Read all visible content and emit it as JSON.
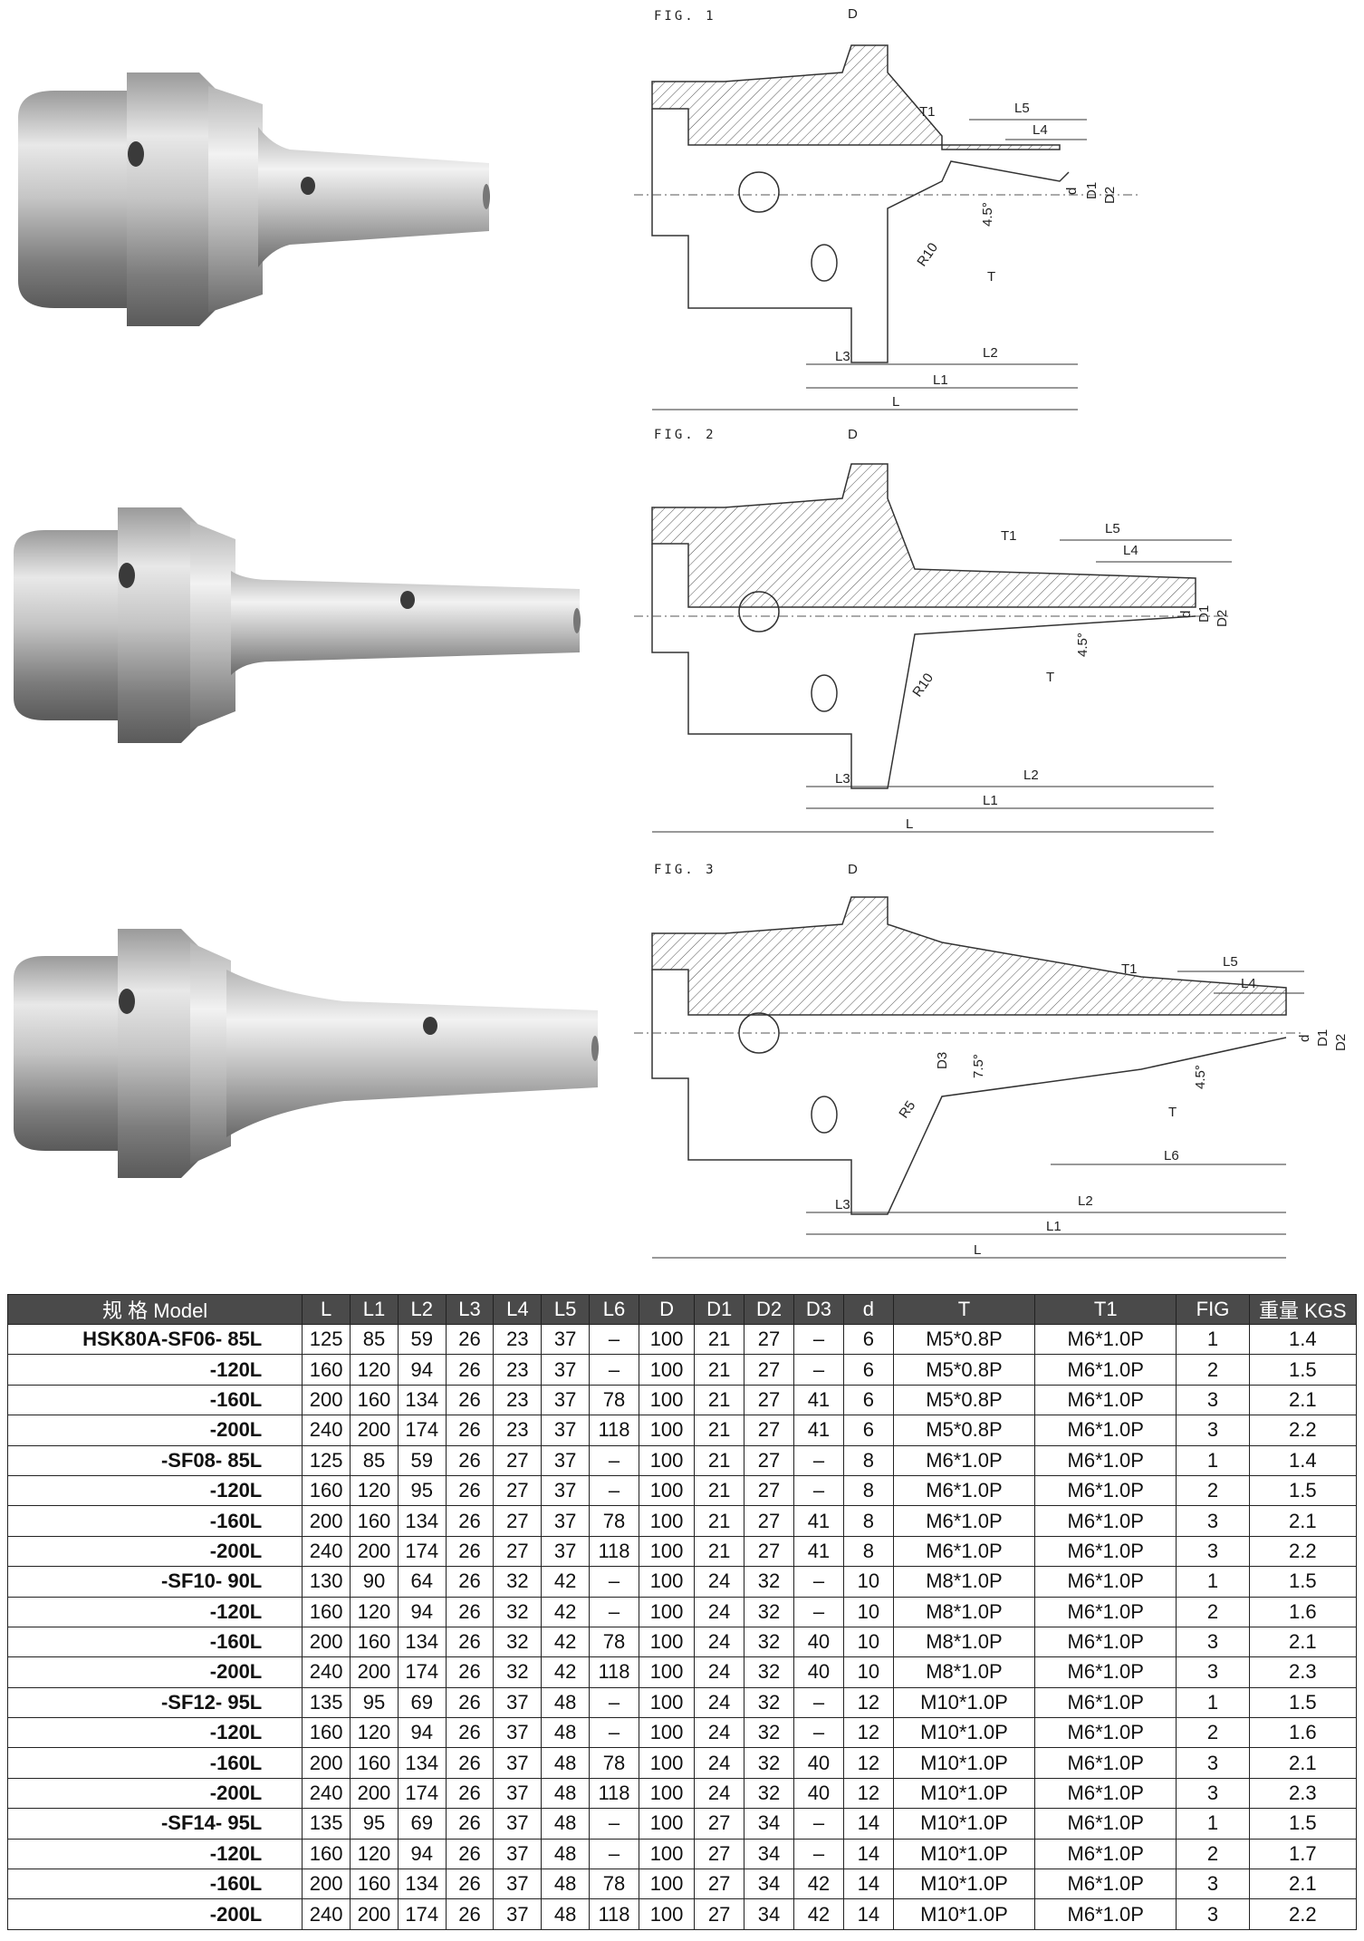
{
  "figures": [
    {
      "label": "FIG. 1",
      "dims": {
        "D": "D",
        "T1": "T1",
        "L5": "L5",
        "L4": "L4",
        "d": "d",
        "D1": "D1",
        "D2": "D2",
        "angle": "4.5°",
        "R": "R10",
        "T": "T",
        "L3": "L3",
        "L2": "L2",
        "L1": "L1",
        "L": "L"
      }
    },
    {
      "label": "FIG. 2",
      "dims": {
        "D": "D",
        "T1": "T1",
        "L5": "L5",
        "L4": "L4",
        "d": "d",
        "D1": "D1",
        "D2": "D2",
        "angle": "4.5°",
        "R": "R10",
        "T": "T",
        "L3": "L3",
        "L2": "L2",
        "L1": "L1",
        "L": "L"
      }
    },
    {
      "label": "FIG. 3",
      "dims": {
        "D": "D",
        "T1": "T1",
        "L5": "L5",
        "L4": "L4",
        "d": "d",
        "D1": "D1",
        "D2": "D2",
        "D3": "D3",
        "angle": "7.5°",
        "angle2": "4.5°",
        "R": "R5",
        "T": "T",
        "L6": "L6",
        "L3": "L3",
        "L2": "L2",
        "L1": "L1",
        "L": "L"
      }
    }
  ],
  "table": {
    "headers": [
      "规 格 Model",
      "L",
      "L1",
      "L2",
      "L3",
      "L4",
      "L5",
      "L6",
      "D",
      "D1",
      "D2",
      "D3",
      "d",
      "T",
      "T1",
      "FIG",
      "重量 KGS"
    ],
    "rows": [
      [
        "HSK80A-SF06- 85L",
        "125",
        "85",
        "59",
        "26",
        "23",
        "37",
        "–",
        "100",
        "21",
        "27",
        "–",
        "6",
        "M5*0.8P",
        "M6*1.0P",
        "1",
        "1.4"
      ],
      [
        "-120L",
        "160",
        "120",
        "94",
        "26",
        "23",
        "37",
        "–",
        "100",
        "21",
        "27",
        "–",
        "6",
        "M5*0.8P",
        "M6*1.0P",
        "2",
        "1.5"
      ],
      [
        "-160L",
        "200",
        "160",
        "134",
        "26",
        "23",
        "37",
        "78",
        "100",
        "21",
        "27",
        "41",
        "6",
        "M5*0.8P",
        "M6*1.0P",
        "3",
        "2.1"
      ],
      [
        "-200L",
        "240",
        "200",
        "174",
        "26",
        "23",
        "37",
        "118",
        "100",
        "21",
        "27",
        "41",
        "6",
        "M5*0.8P",
        "M6*1.0P",
        "3",
        "2.2"
      ],
      [
        "-SF08- 85L",
        "125",
        "85",
        "59",
        "26",
        "27",
        "37",
        "–",
        "100",
        "21",
        "27",
        "–",
        "8",
        "M6*1.0P",
        "M6*1.0P",
        "1",
        "1.4"
      ],
      [
        "-120L",
        "160",
        "120",
        "95",
        "26",
        "27",
        "37",
        "–",
        "100",
        "21",
        "27",
        "–",
        "8",
        "M6*1.0P",
        "M6*1.0P",
        "2",
        "1.5"
      ],
      [
        "-160L",
        "200",
        "160",
        "134",
        "26",
        "27",
        "37",
        "78",
        "100",
        "21",
        "27",
        "41",
        "8",
        "M6*1.0P",
        "M6*1.0P",
        "3",
        "2.1"
      ],
      [
        "-200L",
        "240",
        "200",
        "174",
        "26",
        "27",
        "37",
        "118",
        "100",
        "21",
        "27",
        "41",
        "8",
        "M6*1.0P",
        "M6*1.0P",
        "3",
        "2.2"
      ],
      [
        "-SF10- 90L",
        "130",
        "90",
        "64",
        "26",
        "32",
        "42",
        "–",
        "100",
        "24",
        "32",
        "–",
        "10",
        "M8*1.0P",
        "M6*1.0P",
        "1",
        "1.5"
      ],
      [
        "-120L",
        "160",
        "120",
        "94",
        "26",
        "32",
        "42",
        "–",
        "100",
        "24",
        "32",
        "–",
        "10",
        "M8*1.0P",
        "M6*1.0P",
        "2",
        "1.6"
      ],
      [
        "-160L",
        "200",
        "160",
        "134",
        "26",
        "32",
        "42",
        "78",
        "100",
        "24",
        "32",
        "40",
        "10",
        "M8*1.0P",
        "M6*1.0P",
        "3",
        "2.1"
      ],
      [
        "-200L",
        "240",
        "200",
        "174",
        "26",
        "32",
        "42",
        "118",
        "100",
        "24",
        "32",
        "40",
        "10",
        "M8*1.0P",
        "M6*1.0P",
        "3",
        "2.3"
      ],
      [
        "-SF12- 95L",
        "135",
        "95",
        "69",
        "26",
        "37",
        "48",
        "–",
        "100",
        "24",
        "32",
        "–",
        "12",
        "M10*1.0P",
        "M6*1.0P",
        "1",
        "1.5"
      ],
      [
        "-120L",
        "160",
        "120",
        "94",
        "26",
        "37",
        "48",
        "–",
        "100",
        "24",
        "32",
        "–",
        "12",
        "M10*1.0P",
        "M6*1.0P",
        "2",
        "1.6"
      ],
      [
        "-160L",
        "200",
        "160",
        "134",
        "26",
        "37",
        "48",
        "78",
        "100",
        "24",
        "32",
        "40",
        "12",
        "M10*1.0P",
        "M6*1.0P",
        "3",
        "2.1"
      ],
      [
        "-200L",
        "240",
        "200",
        "174",
        "26",
        "37",
        "48",
        "118",
        "100",
        "24",
        "32",
        "40",
        "12",
        "M10*1.0P",
        "M6*1.0P",
        "3",
        "2.3"
      ],
      [
        "-SF14- 95L",
        "135",
        "95",
        "69",
        "26",
        "37",
        "48",
        "–",
        "100",
        "27",
        "34",
        "–",
        "14",
        "M10*1.0P",
        "M6*1.0P",
        "1",
        "1.5"
      ],
      [
        "-120L",
        "160",
        "120",
        "94",
        "26",
        "37",
        "48",
        "–",
        "100",
        "27",
        "34",
        "–",
        "14",
        "M10*1.0P",
        "M6*1.0P",
        "2",
        "1.7"
      ],
      [
        "-160L",
        "200",
        "160",
        "134",
        "26",
        "37",
        "48",
        "78",
        "100",
        "27",
        "34",
        "42",
        "14",
        "M10*1.0P",
        "M6*1.0P",
        "3",
        "2.1"
      ],
      [
        "-200L",
        "240",
        "200",
        "174",
        "26",
        "37",
        "48",
        "118",
        "100",
        "27",
        "34",
        "42",
        "14",
        "M10*1.0P",
        "M6*1.0P",
        "3",
        "2.2"
      ]
    ]
  }
}
